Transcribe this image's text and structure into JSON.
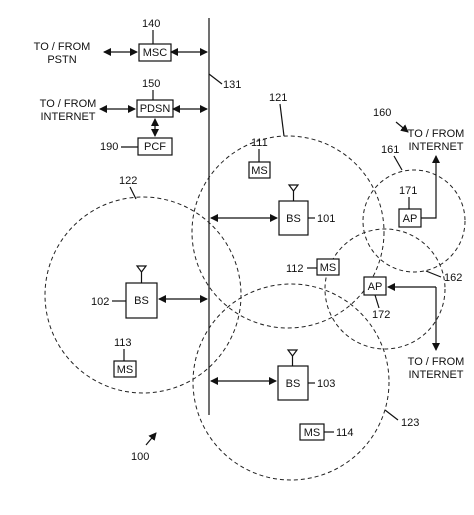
{
  "external": {
    "pstn_line1": "TO / FROM",
    "pstn_line2": "PSTN",
    "internet_left_line1": "TO / FROM",
    "internet_left_line2": "INTERNET",
    "internet_top_line1": "TO / FROM",
    "internet_top_line2": "INTERNET",
    "internet_bottom_line1": "TO / FROM",
    "internet_bottom_line2": "INTERNET"
  },
  "nodes": {
    "msc": "MSC",
    "pdsn": "PDSN",
    "pcf": "PCF",
    "bs_101": "BS",
    "bs_102": "BS",
    "bs_103": "BS",
    "ap_171": "AP",
    "ap_172": "AP",
    "ms_111": "MS",
    "ms_112": "MS",
    "ms_113": "MS",
    "ms_114": "MS"
  },
  "refs": {
    "r140": "140",
    "r150": "150",
    "r190": "190",
    "r131": "131",
    "r121": "121",
    "r122": "122",
    "r123": "123",
    "r111": "111",
    "r101": "101",
    "r102": "102",
    "r103": "103",
    "r112": "112",
    "r113": "113",
    "r114": "114",
    "r160": "160",
    "r161": "161",
    "r162": "162",
    "r171": "171",
    "r172": "172",
    "r100": "100"
  }
}
